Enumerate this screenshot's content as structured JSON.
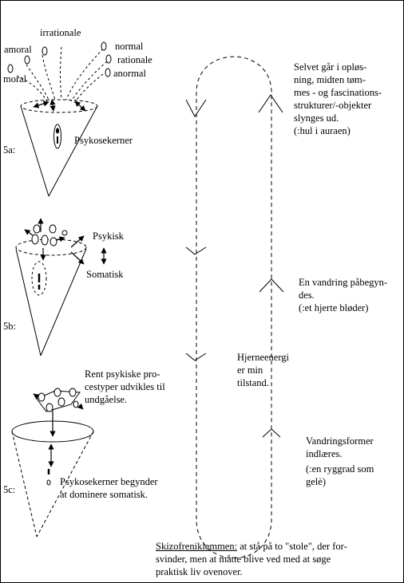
{
  "stage_5a": {
    "step_label": "5a:",
    "aspects_left": [
      "irrationale",
      "amoral",
      "moral"
    ],
    "aspects_right": [
      "normal",
      "rationale",
      "anormal"
    ],
    "core_label": "Psykosekerner"
  },
  "stage_5b": {
    "step_label": "5b:",
    "axis_top": "Psykisk",
    "axis_bottom": "Somatisk"
  },
  "stage_5c": {
    "step_label": "5c:",
    "process_lines": [
      "Rent psykiske pro-",
      "cestyper udvikles til",
      "undgåelse."
    ],
    "core_lines": [
      "Psykosekerner begynder",
      "at dominere somatisk."
    ]
  },
  "loop_center": {
    "lines": [
      "Hjerneenergi",
      "er min",
      "tilstand."
    ]
  },
  "annotations": {
    "dissolution": [
      "Selvet går i opløs-",
      "ning, midten tøm-",
      "mes - og fascinations-",
      "strukturer/-objekter",
      "slynges ud.",
      "(:hul i auraen)"
    ],
    "wandering": [
      "En vandring påbegyn-",
      "des.",
      "(:et hjerte bløder)"
    ],
    "forms": [
      "Vandringsformer",
      "indlæres.",
      "(:en ryggrad som",
      "gelè)"
    ]
  },
  "footer": {
    "term": "Skizofreniklemmen:",
    "text_first": " at stå på to \"stole\", der for-",
    "lines_rest": [
      "svinder, men at måtte blive ved med at søge",
      "praktisk liv ovenover."
    ]
  }
}
